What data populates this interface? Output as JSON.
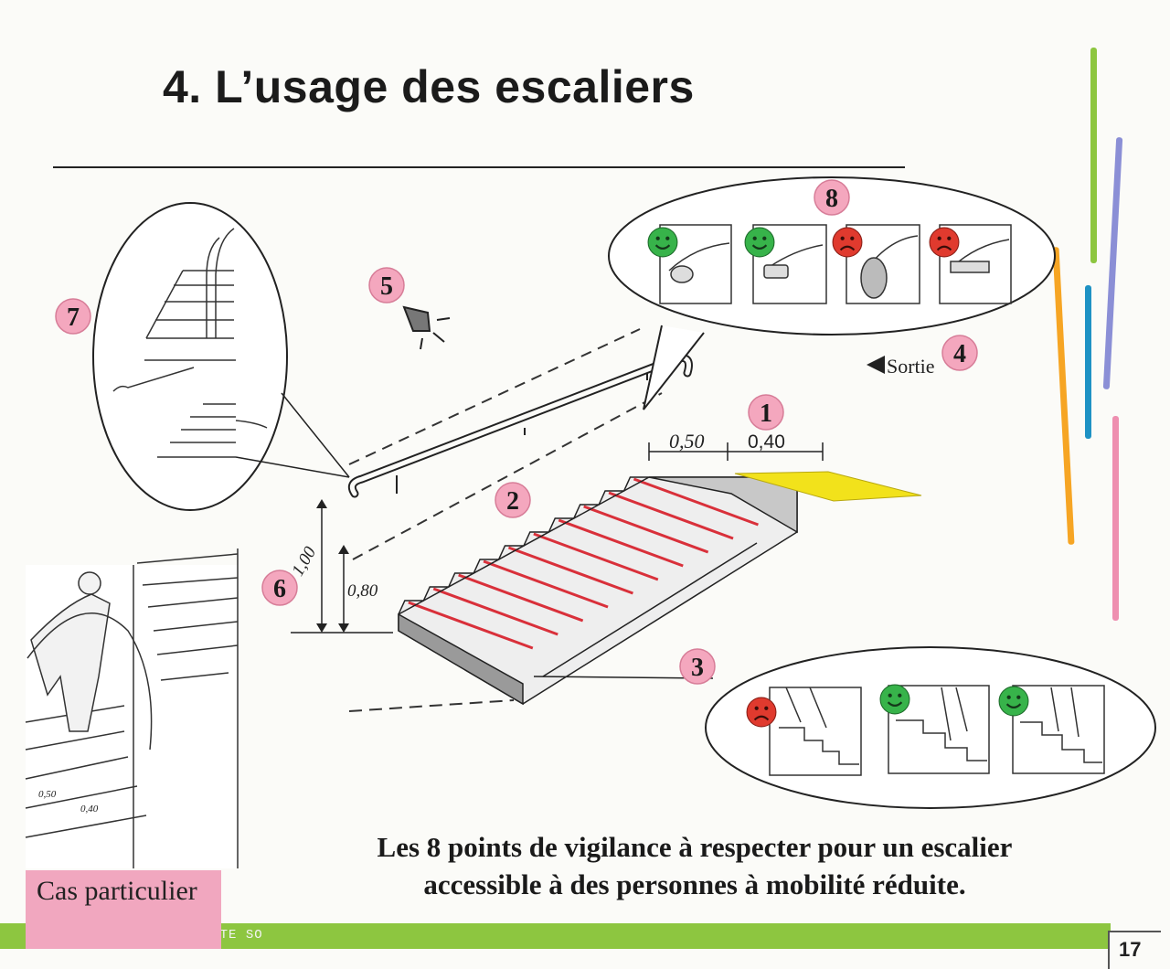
{
  "page": {
    "title": "4. L’usage des escaliers",
    "exit_label": "Sortie",
    "caption_line1": "Les 8 points de vigilance à respecter pour un escalier",
    "caption_line2": "accessible à des personnes à mobilité réduite.",
    "special_case_label": "Cas particulier",
    "footer": "DREAL Limousin – CETE SO",
    "page_number": "17"
  },
  "dimensions": {
    "handrail_extension": "0,50",
    "warning_strip_depth": "0,40",
    "handrail_height_high": "1,00",
    "handrail_height_low": "0,80",
    "spiral_dim_1": "0,50",
    "spiral_dim_2": "0,40"
  },
  "points": [
    "1",
    "2",
    "3",
    "4",
    "5",
    "6",
    "7",
    "8"
  ],
  "colors": {
    "badge": "#f4a7be",
    "smiley_ok": "#37b34a",
    "smiley_bad": "#e03a2e",
    "warning_strip": "#f2e21b",
    "nosing": "#d9303a",
    "footer_bar": "#8dc640"
  },
  "handrail_samples": [
    "good",
    "good",
    "bad",
    "bad"
  ],
  "gait_samples": [
    "bad",
    "good",
    "good"
  ]
}
